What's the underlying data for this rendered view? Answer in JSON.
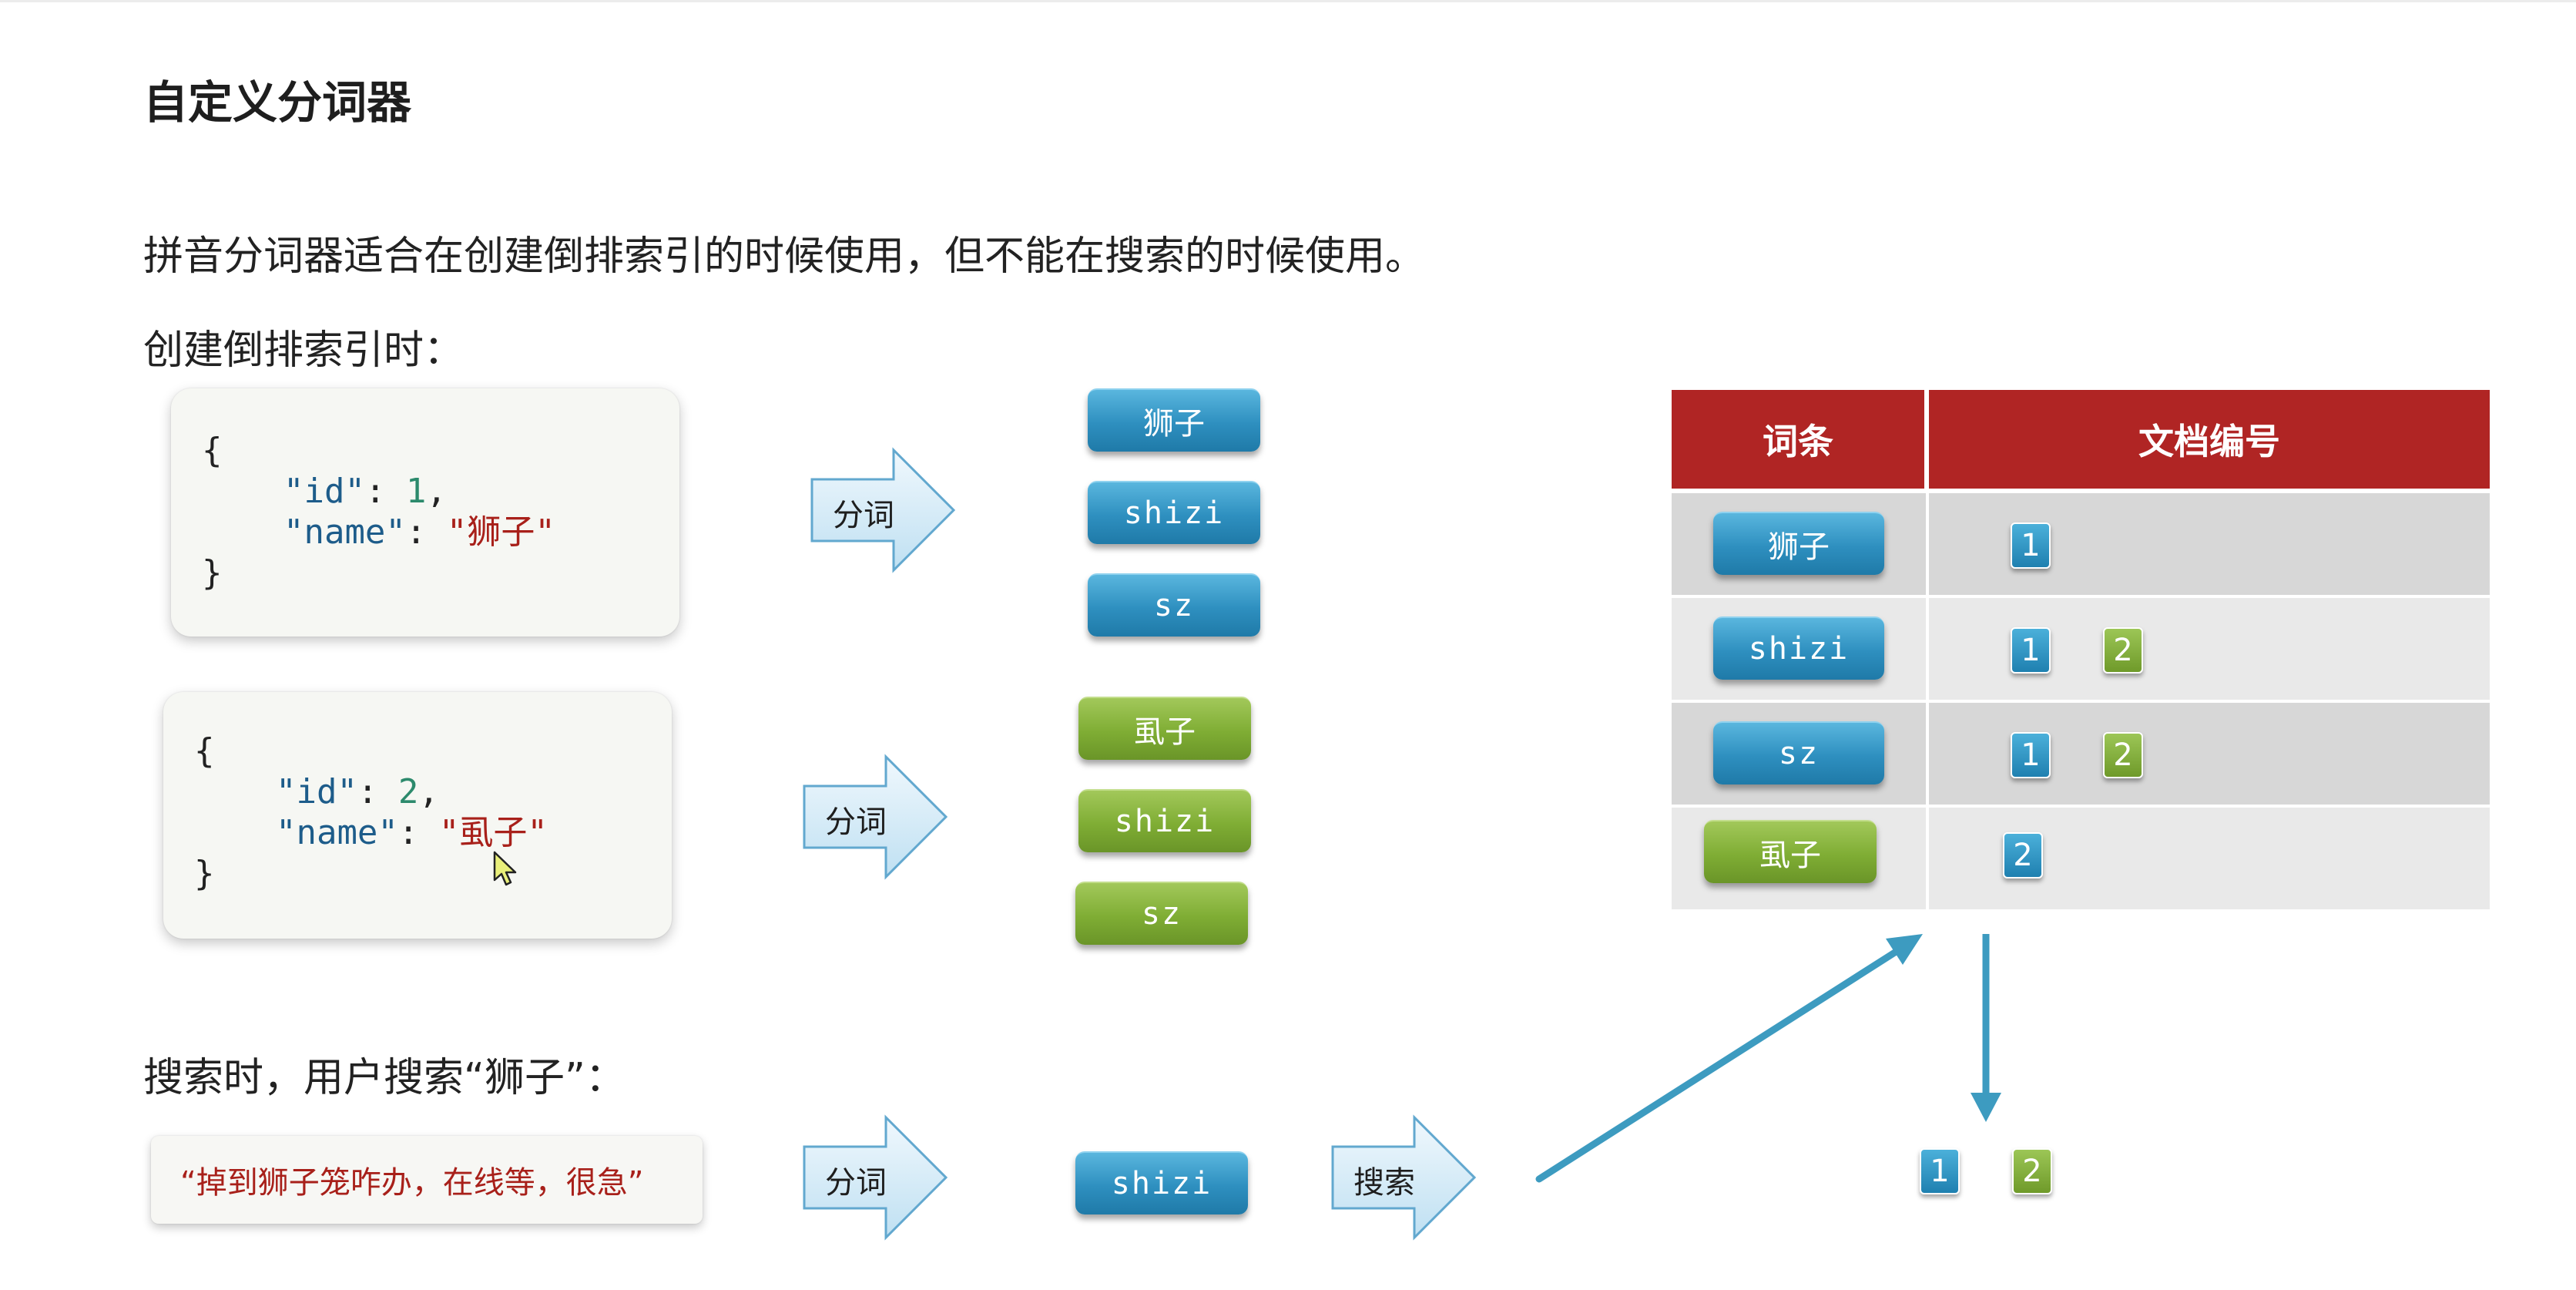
{
  "title": "自定义分词器",
  "intro": "拼音分词器适合在创建倒排索引的时候使用，但不能在搜索的时候使用。",
  "create_label": "创建倒排索引时：",
  "search_label": "搜索时，用户搜索“狮子”：",
  "docs": [
    {
      "open": "{",
      "id_key": "\"id\"",
      "id_value": "1",
      "name_key": "\"name\"",
      "name_value": "\"狮子\"",
      "close": "}"
    },
    {
      "open": "{",
      "id_key": "\"id\"",
      "id_value": "2",
      "name_key": "\"name\"",
      "name_value": "\"虱子\"",
      "close": "}"
    }
  ],
  "arrows": {
    "tokenize": "分词",
    "search": "搜索"
  },
  "doc1_terms": [
    "狮子",
    "shizi",
    "sz"
  ],
  "doc2_terms": [
    "虱子",
    "shizi",
    "sz"
  ],
  "query": "“掉到狮子笼咋办，在线等，很急”",
  "query_term": "shizi",
  "table": {
    "headers": [
      "词条",
      "文档编号"
    ],
    "rows": [
      {
        "term": "狮子",
        "ids": [
          "1"
        ]
      },
      {
        "term": "shizi",
        "ids": [
          "1",
          "2"
        ]
      },
      {
        "term": "sz",
        "ids": [
          "1",
          "2"
        ]
      },
      {
        "term": "虱子",
        "ids": [
          "2"
        ]
      }
    ]
  },
  "result_ids": [
    "1",
    "2"
  ],
  "colors": {
    "header_red": "#b02524",
    "blue": "#2e8fbf",
    "green": "#7fad34",
    "string_red": "#a8201a",
    "arrow": "#3d9bc0"
  }
}
